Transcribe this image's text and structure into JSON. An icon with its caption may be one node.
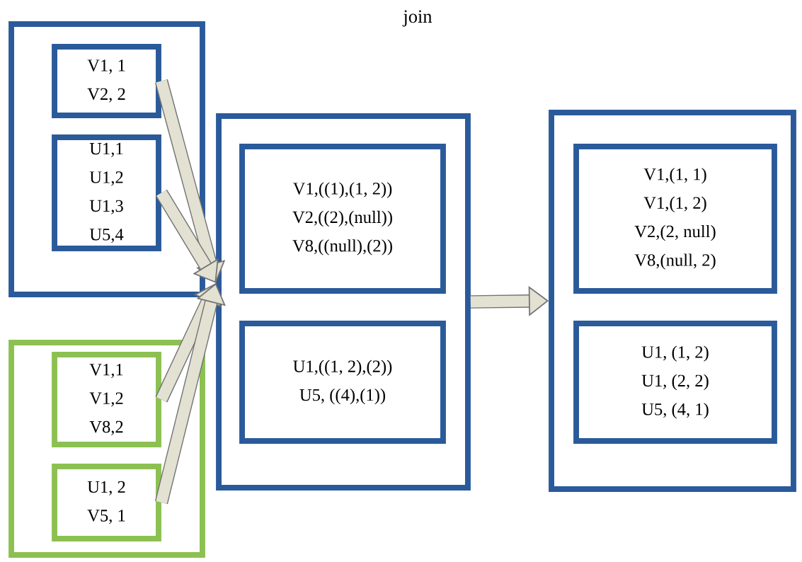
{
  "diagram": {
    "title": "join",
    "nodes": [
      {
        "text": [],
        "shape": "box"
      },
      {
        "text": [
          "V1, 1",
          "V2, 2"
        ],
        "in": 0
      },
      {
        "text": [
          "U1,1",
          "U1,2",
          "U1,3",
          "U5,4"
        ],
        "in": 0
      },
      {
        "text": [],
        "shape": "box"
      },
      {
        "text": [
          "V1,1",
          "V1,2",
          "V8,2"
        ],
        "in": 3
      },
      {
        "text": [
          "U1, 2",
          "V5, 1"
        ],
        "in": 3
      },
      {
        "text": [],
        "shape": "box"
      },
      {
        "text": [
          "V1,((1),(1, 2))",
          "V2,((2),(null))",
          "V8,((null),(2))"
        ],
        "in": 6
      },
      {
        "text": [
          "U1,((1, 2),(2))",
          "U5, ((4),(1))"
        ],
        "in": 6
      },
      {
        "text": [],
        "shape": "box"
      },
      {
        "text": [
          "V1,(1, 1)",
          "V1,(1, 2)",
          "V2,(2, null)",
          "V8,(null, 2)"
        ],
        "in": 9
      },
      {
        "text": [
          "U1, (1, 2)",
          "U1, (2, 2)",
          "U5, (4, 1)"
        ],
        "in": 9
      }
    ],
    "edges": [
      {
        "from": 1,
        "to": 6,
        "arrow": "to"
      },
      {
        "from": 2,
        "to": 6,
        "arrow": "to"
      },
      {
        "from": 4,
        "to": 6,
        "arrow": "to"
      },
      {
        "from": 5,
        "to": 6,
        "arrow": "to"
      },
      {
        "from": 6,
        "to": 9,
        "arrow": "to"
      }
    ]
  }
}
